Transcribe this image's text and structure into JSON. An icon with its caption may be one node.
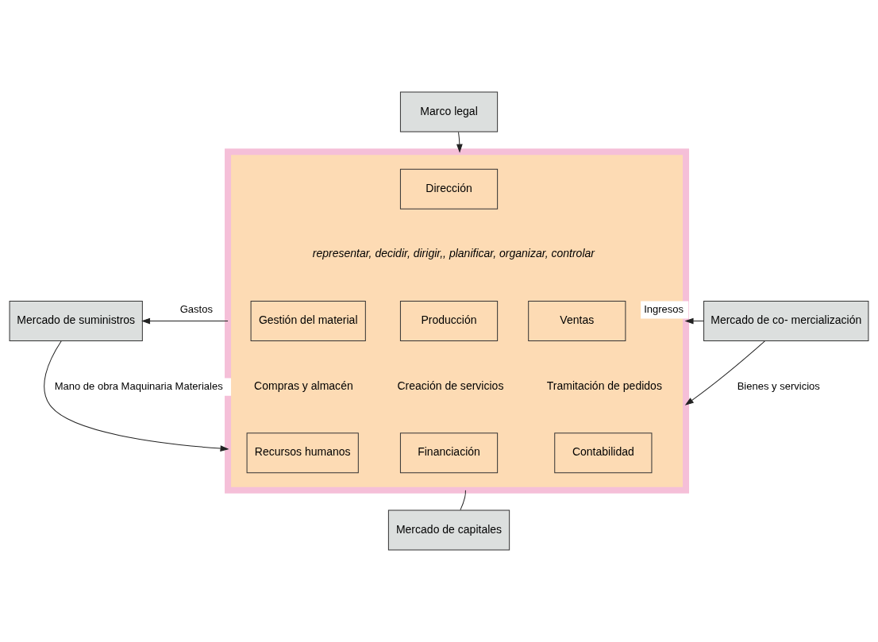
{
  "diagram": {
    "nodes": [
      {
        "text": [
          "Marco legal"
        ]
      },
      {
        "text": [],
        "shape": "box"
      },
      {
        "text": [
          "Dirección"
        ],
        "in": 1
      },
      {
        "text": [
          "Gestión del material"
        ],
        "in": 1
      },
      {
        "text": [
          "Producción"
        ],
        "in": 1
      },
      {
        "text": [
          "Ventas"
        ],
        "in": 1
      },
      {
        "text": [
          "Recursos humanos"
        ],
        "in": 1
      },
      {
        "text": [
          "Financiación"
        ],
        "in": 1
      },
      {
        "text": [
          "Contabilidad"
        ],
        "in": 1
      },
      {
        "text": [
          "Mercado de suministros"
        ]
      },
      {
        "text": [
          "Mercado de co- mercialización"
        ]
      },
      {
        "text": [
          "Mercado de capitales"
        ]
      }
    ],
    "edges": [
      {
        "from": 0,
        "to": 1,
        "arrow": "to"
      },
      {
        "from": 1,
        "to": 9,
        "arrow": "to",
        "label": "Gastos"
      },
      {
        "from": 9,
        "to": 1,
        "arrow": "to",
        "label": "Mano de obra Maquinaria Materiales"
      },
      {
        "from": 10,
        "to": 1,
        "arrow": "to",
        "label": "Ingresos"
      },
      {
        "from": 10,
        "to": 1,
        "arrow": "to",
        "label": "Bienes y servicios"
      },
      {
        "from": 11,
        "to": 1,
        "arrow": "none"
      }
    ],
    "labels": [
      "representar, decidir, dirigir,, planificar, organizar, controlar",
      "Compras y almacén",
      "Creación de servicios",
      "Tramitación de pedidos"
    ]
  }
}
